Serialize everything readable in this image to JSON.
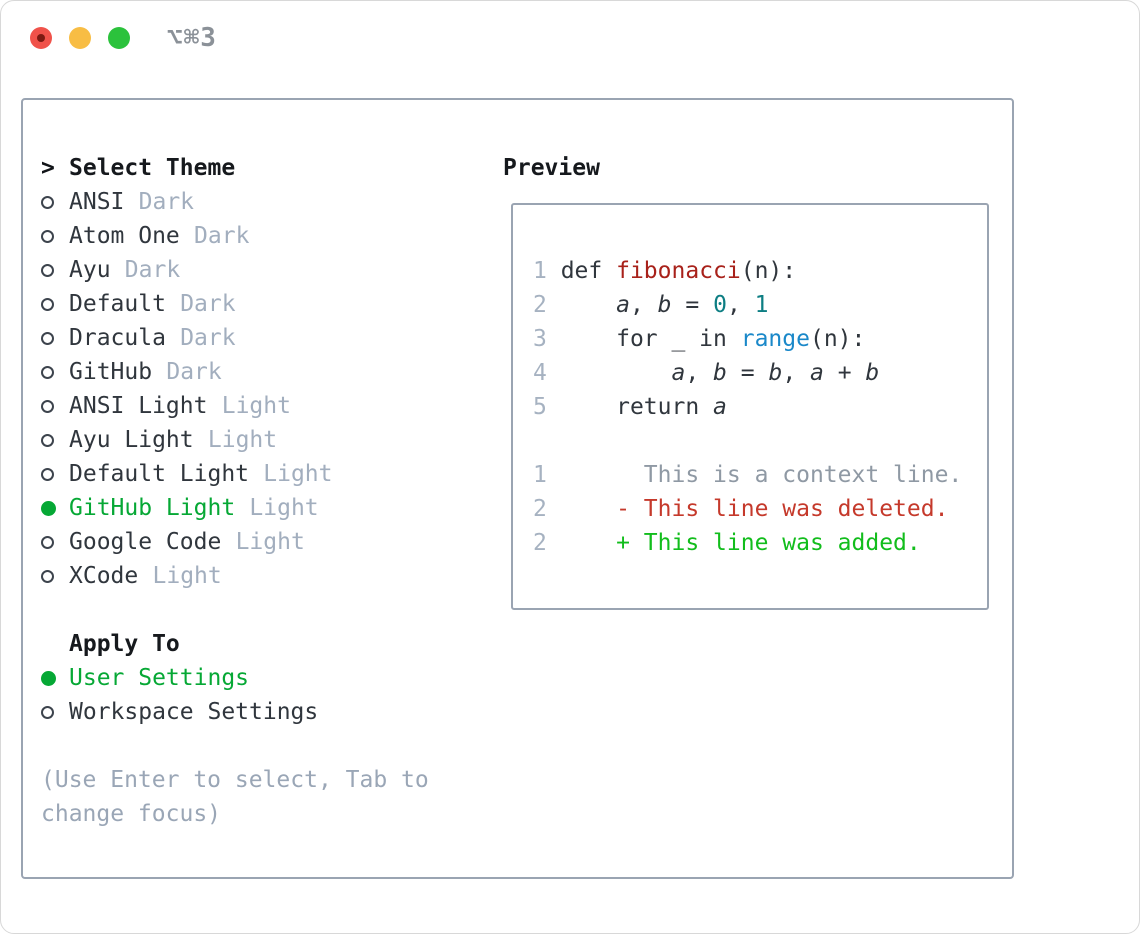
{
  "titlebar": {
    "hotkey": "⌥⌘3"
  },
  "colors": {
    "accent_green": "#06a835",
    "diff_added_green": "#12bd1c",
    "diff_deleted_red": "#c5392b",
    "function_red": "#a8211a",
    "builtin_blue": "#1a88c9",
    "number_teal": "#0d7e83",
    "muted_gray": "#a2aebe",
    "panel_border": "#9aa4b2"
  },
  "theme_picker": {
    "prompt": ">",
    "title": "Select Theme",
    "items": [
      {
        "name": "ANSI",
        "variant": "Dark",
        "selected": false
      },
      {
        "name": "Atom One",
        "variant": "Dark",
        "selected": false
      },
      {
        "name": "Ayu",
        "variant": "Dark",
        "selected": false
      },
      {
        "name": "Default",
        "variant": "Dark",
        "selected": false
      },
      {
        "name": "Dracula",
        "variant": "Dark",
        "selected": false
      },
      {
        "name": "GitHub",
        "variant": "Dark",
        "selected": false
      },
      {
        "name": "ANSI Light",
        "variant": "Light",
        "selected": false
      },
      {
        "name": "Ayu Light",
        "variant": "Light",
        "selected": false
      },
      {
        "name": "Default Light",
        "variant": "Light",
        "selected": false
      },
      {
        "name": "GitHub Light",
        "variant": "Light",
        "selected": true
      },
      {
        "name": "Google Code",
        "variant": "Light",
        "selected": false
      },
      {
        "name": "XCode",
        "variant": "Light",
        "selected": false
      }
    ]
  },
  "apply_to": {
    "title": "Apply To",
    "options": [
      {
        "label": "User Settings",
        "selected": true
      },
      {
        "label": "Workspace Settings",
        "selected": false
      }
    ]
  },
  "help_text": "(Use Enter to select, Tab to change focus)",
  "preview": {
    "title": "Preview",
    "code_lines": [
      {
        "num": "1",
        "segments": [
          " def ",
          "fibonacci",
          "(n):"
        ]
      },
      {
        "num": "2",
        "segments": [
          "     ",
          "a",
          ", ",
          "b",
          " = ",
          "0",
          ", ",
          "1"
        ]
      },
      {
        "num": "3",
        "segments": [
          "     for _ in ",
          "range",
          "(n):"
        ]
      },
      {
        "num": "4",
        "segments": [
          "         ",
          "a",
          ", ",
          "b",
          " = ",
          "b",
          ", ",
          "a",
          " + ",
          "b"
        ]
      },
      {
        "num": "5",
        "segments": [
          "     return ",
          "a"
        ]
      }
    ],
    "diff_lines": [
      {
        "num": "1",
        "kind": "context",
        "text": "       This is a context line."
      },
      {
        "num": "2",
        "kind": "deleted",
        "text": "     - This line was deleted."
      },
      {
        "num": "2",
        "kind": "added",
        "text": "     + This line was added."
      }
    ]
  }
}
